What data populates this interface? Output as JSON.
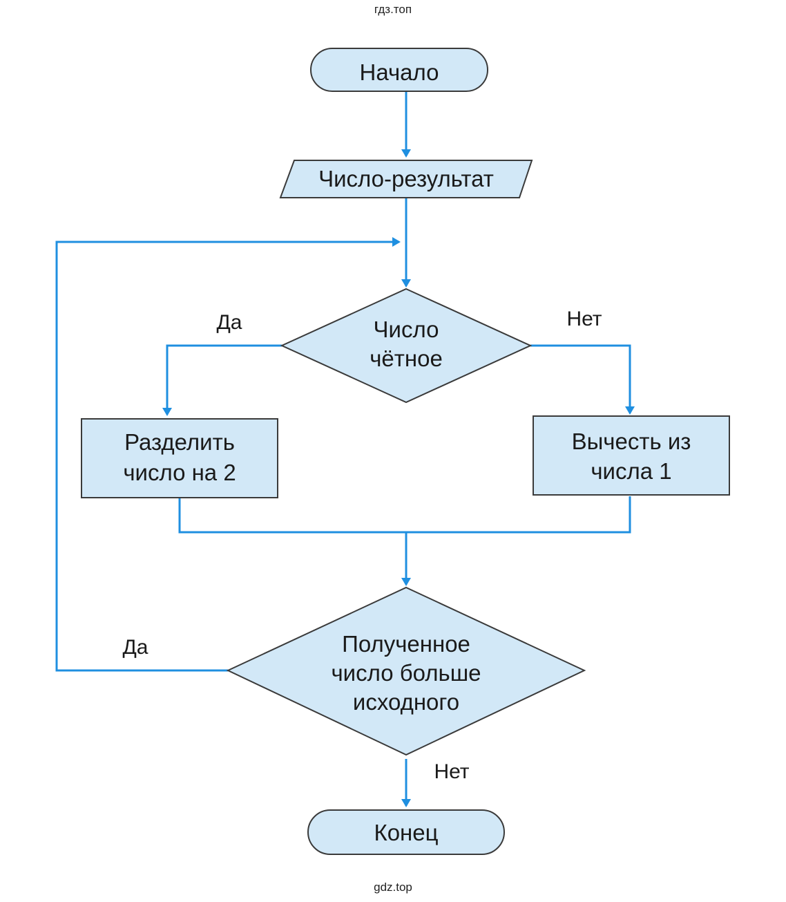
{
  "watermark_top": "гдз.топ",
  "watermark_bottom": "gdz.top",
  "colors": {
    "node_fill": "#d2e8f7",
    "node_stroke": "#3a3a3a",
    "arrow": "#1f8fe0",
    "page_bg": "#ffffff"
  },
  "flowchart": {
    "start": "Начало",
    "input": "Число-результат",
    "decision1": [
      "Число",
      "чётное"
    ],
    "decision1_yes": "Да",
    "decision1_no": "Нет",
    "process_yes": [
      "Разделить",
      "число на 2"
    ],
    "process_no": [
      "Вычесть из",
      "числа 1"
    ],
    "decision2": [
      "Полученное",
      "число больше",
      "исходного"
    ],
    "decision2_yes": "Да",
    "decision2_no": "Нет",
    "end": "Конец"
  }
}
